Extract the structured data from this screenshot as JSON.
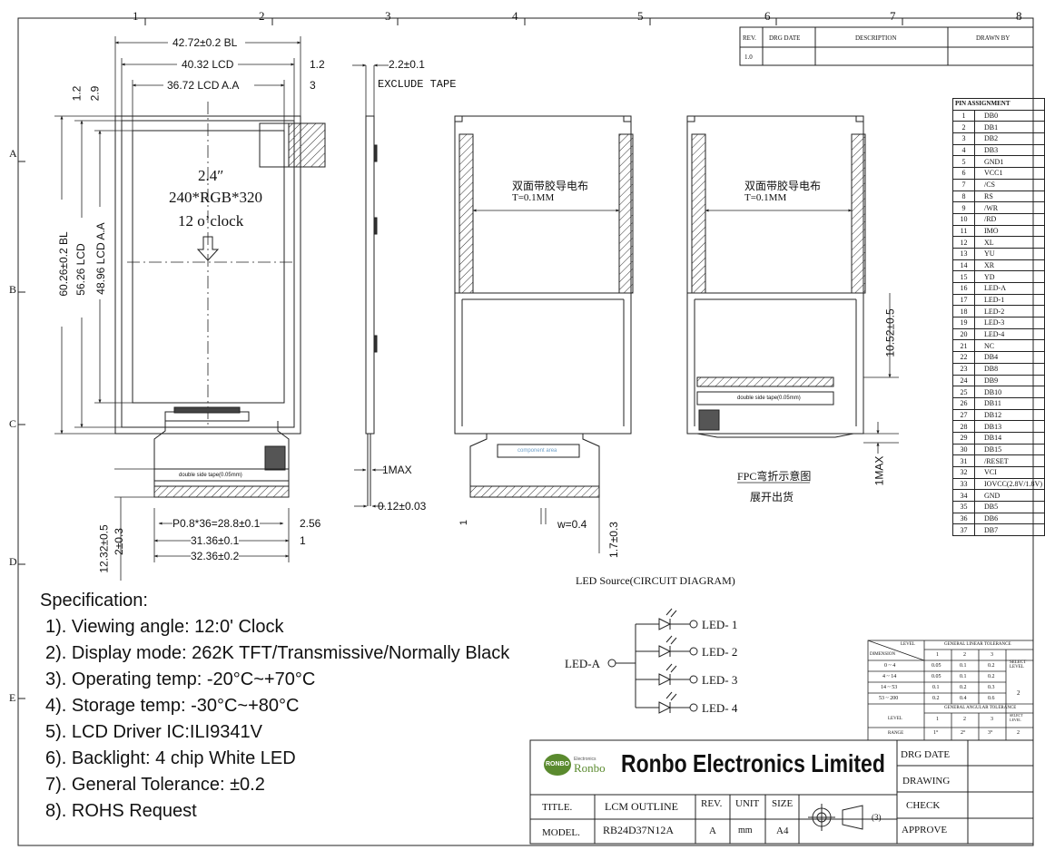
{
  "grid": {
    "columns": [
      "1",
      "2",
      "3",
      "4",
      "5",
      "6",
      "7",
      "8"
    ],
    "rows": [
      "A",
      "B",
      "C",
      "D",
      "E"
    ]
  },
  "revision_block": {
    "headers": [
      "REV.",
      "DRG DATE",
      "DESCRIPTION",
      "DRAWN BY"
    ],
    "rev_value": "1.0"
  },
  "front_view": {
    "dims_top": [
      "42.72±0.2 BL",
      "40.32 LCD",
      "36.72 LCD A.A",
      "1.2",
      "3"
    ],
    "dims_left": [
      "60.26±0.2 BL",
      "56.26 LCD",
      "48.96 LCD A.A",
      "1.2",
      "2.9"
    ],
    "center_text": [
      "2.4″",
      "240*RGB*320",
      "12 o’clock"
    ],
    "fpc_tape_label": "double side tape(0.05mm)",
    "dims_bottom": [
      "P0.8*36=28.8±0.1",
      "2.56",
      "31.36±0.1",
      "1",
      "32.36±0.2"
    ],
    "dims_bottom_left": [
      "12.32±0.5",
      "2±0.3"
    ]
  },
  "side_view": {
    "labels": [
      "2.2±0.1",
      "EXCLUDE TAPE",
      "1MAX",
      "0.12±0.03"
    ]
  },
  "back_view": {
    "tape_text": "双面带胶导电布",
    "tape_thickness": "T=0.1MM",
    "component_label": "component area",
    "dims": [
      "1",
      "w=0.4",
      "1.7±0.3"
    ]
  },
  "fold_view": {
    "tape_text": "双面带胶导电布",
    "tape_thickness": "T=0.1MM",
    "fpc_tape_label": "double side tape(0.05mm)",
    "dims": [
      "10.52±0.5",
      "1MAX"
    ],
    "caption": "FPC弯折示意图",
    "caption2": "展开出货"
  },
  "pin_assignment": {
    "title": "PIN ASSIGNMENT",
    "pins": [
      [
        "1",
        "DB0"
      ],
      [
        "2",
        "DB1"
      ],
      [
        "3",
        "DB2"
      ],
      [
        "4",
        "DB3"
      ],
      [
        "5",
        "GND1"
      ],
      [
        "6",
        "VCC1"
      ],
      [
        "7",
        "/CS"
      ],
      [
        "8",
        "RS"
      ],
      [
        "9",
        "/WR"
      ],
      [
        "10",
        "/RD"
      ],
      [
        "11",
        "IMO"
      ],
      [
        "12",
        "XL"
      ],
      [
        "13",
        "YU"
      ],
      [
        "14",
        "XR"
      ],
      [
        "15",
        "YD"
      ],
      [
        "16",
        "LED-A"
      ],
      [
        "17",
        "LED-1"
      ],
      [
        "18",
        "LED-2"
      ],
      [
        "19",
        "LED-3"
      ],
      [
        "20",
        "LED-4"
      ],
      [
        "21",
        "NC"
      ],
      [
        "22",
        "DB4"
      ],
      [
        "23",
        "DB8"
      ],
      [
        "24",
        "DB9"
      ],
      [
        "25",
        "DB10"
      ],
      [
        "26",
        "DB11"
      ],
      [
        "27",
        "DB12"
      ],
      [
        "28",
        "DB13"
      ],
      [
        "29",
        "DB14"
      ],
      [
        "30",
        "DB15"
      ],
      [
        "31",
        "/RESET"
      ],
      [
        "32",
        "VCI"
      ],
      [
        "33",
        "IOVCC(2.8V/1.8V)"
      ],
      [
        "34",
        "GND"
      ],
      [
        "35",
        "DB5"
      ],
      [
        "36",
        "DB6"
      ],
      [
        "37",
        "DB7"
      ]
    ]
  },
  "led_circuit": {
    "title": "LED Source(CIRCUIT DIAGRAM)",
    "anode": "LED-A",
    "outputs": [
      "LED- 1",
      "LED- 2",
      "LED- 3",
      "LED- 4"
    ]
  },
  "specification": {
    "title": "Specification:",
    "items": [
      "1).  Viewing angle: 12:0' Clock",
      "2).  Display mode: 262K  TFT/Transmissive/Normally Black",
      "3).  Operating temp: -20°C~+70°C",
      "4).  Storage temp: -30°C~+80°C",
      "5).  LCD Driver IC:ILI9341V",
      "6).  Backlight: 4 chip White LED",
      "7).  General Tolerance: ±0.2",
      "8).  ROHS Request"
    ]
  },
  "tolerance_block": {
    "linear_title": "GENERAL LINEAR TOLERANCE",
    "level": "LEVEL",
    "dimension": "DIMENSION",
    "select_level": "SELECT LEVEL",
    "cols": [
      "1",
      "2",
      "3"
    ],
    "rows": [
      [
        "0 ~ 4",
        "0.05",
        "0.1",
        "0.2"
      ],
      [
        "4 ~ 14",
        "0.05",
        "0.1",
        "0.2"
      ],
      [
        "14 ~ 53",
        "0.1",
        "0.2",
        "0.3"
      ],
      [
        "53 ~ 200",
        "0.2",
        "0.4",
        "0.6"
      ]
    ],
    "selected": "2",
    "angular_title": "GENERAL ANGULAR TOLERANCE",
    "range": "RANGE",
    "angular_values": [
      "1°",
      "2°",
      "3°"
    ]
  },
  "title_block": {
    "logo_badge": "RONBO",
    "logo_text": "Ronbo",
    "logo_small": "Electronics",
    "company": "Ronbo Electronics Limited",
    "title_label": "TITLE.",
    "title_value": "LCM OUTLINE",
    "rev_label": "REV.",
    "rev_value": "A",
    "unit_label": "UNIT",
    "unit_value": "mm",
    "size_label": "SIZE",
    "size_value": "A4",
    "model_label": "MODEL.",
    "model_value": "RB24D37N12A",
    "projection_note": "(3)",
    "signoff": [
      "DRG DATE",
      "DRAWING",
      "CHECK",
      "APPROVE"
    ]
  },
  "colors": {
    "line": "#222222",
    "logo_green": "#5a8a2e",
    "component_label": "#6fa0c8"
  }
}
